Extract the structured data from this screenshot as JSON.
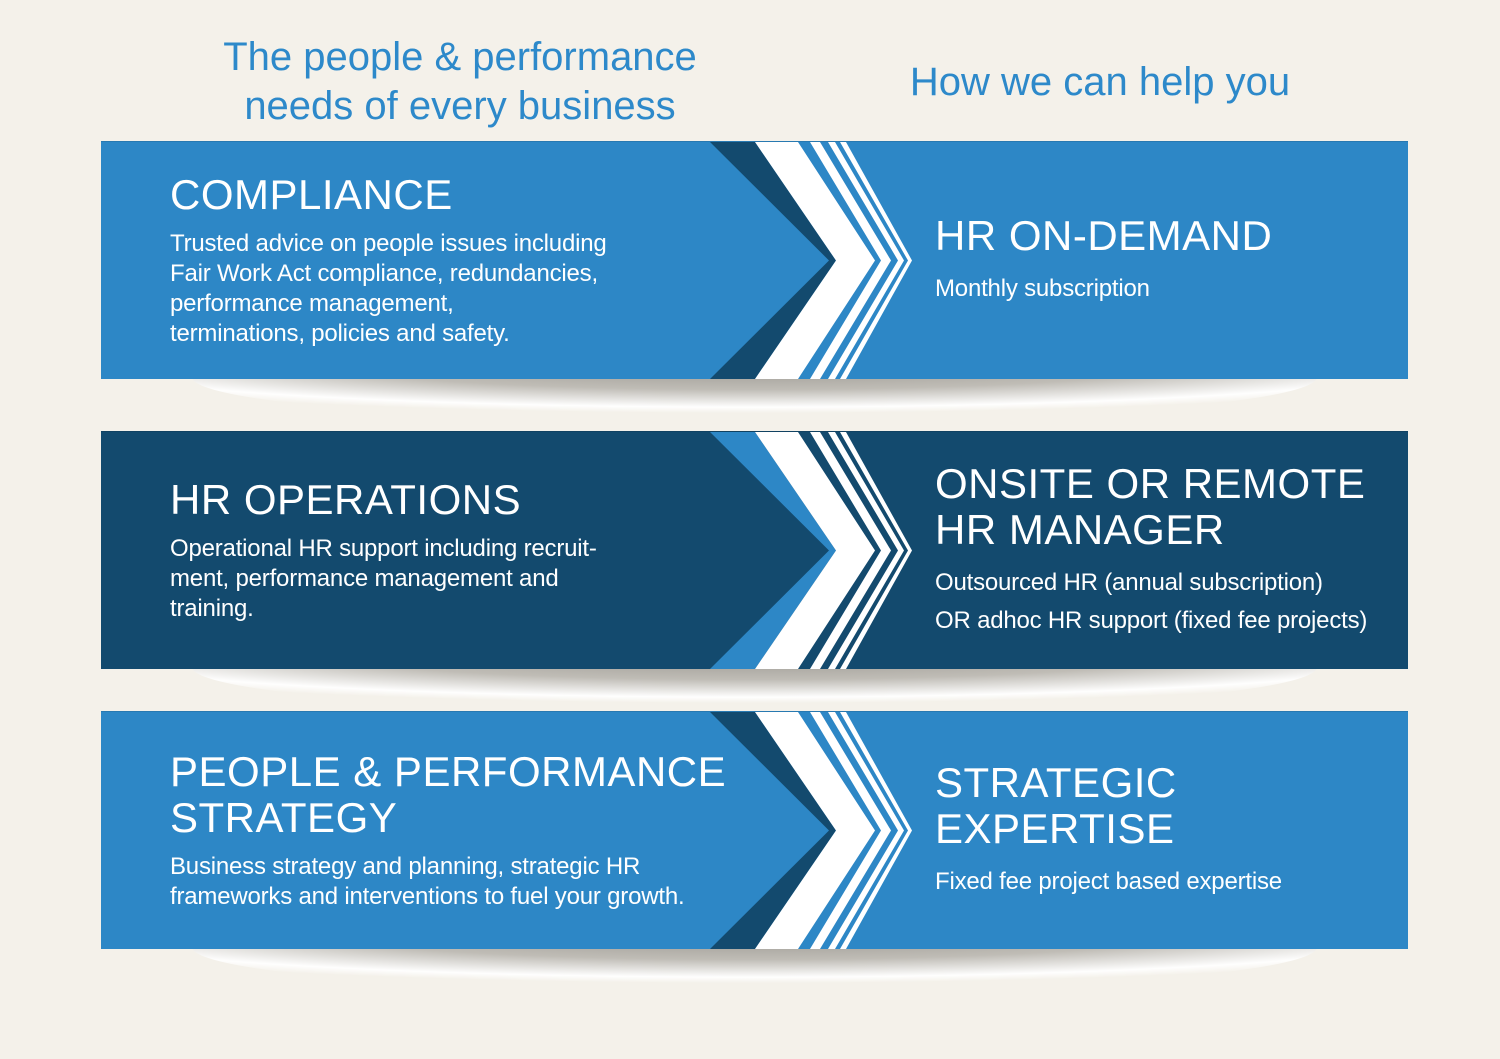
{
  "colors": {
    "light_blue": "#2d87c6",
    "navy": "#134a6e",
    "cream_background": "#f4f1ea",
    "header_blue": "#2d89ca",
    "text_white": "#ffffff"
  },
  "headers": {
    "left": "The people & performance\nneeds of every business",
    "right": "How we can help you"
  },
  "rows": [
    {
      "id": "compliance",
      "theme": "light",
      "left": {
        "title": "COMPLIANCE",
        "description": "Trusted advice on people issues including\nFair Work Act compliance, redundancies,\nperformance management,\nterminations, policies and safety."
      },
      "right": {
        "title": "HR ON-DEMAND",
        "description": "Monthly subscription"
      }
    },
    {
      "id": "hr-operations",
      "theme": "dark",
      "left": {
        "title": "HR OPERATIONS",
        "description": "Operational HR support including recruit-\nment, performance management and\ntraining."
      },
      "right": {
        "title": "ONSITE OR REMOTE\nHR MANAGER",
        "description": "Outsourced HR (annual subscription)\nOR adhoc HR support (fixed fee projects)"
      }
    },
    {
      "id": "people-performance-strategy",
      "theme": "light",
      "left": {
        "title": "PEOPLE & PERFORMANCE\nSTRATEGY",
        "description": "Business strategy and planning, strategic HR\nframeworks and interventions to fuel your growth."
      },
      "right": {
        "title": "STRATEGIC\nEXPERTISE",
        "description": "Fixed fee project based expertise"
      }
    }
  ]
}
